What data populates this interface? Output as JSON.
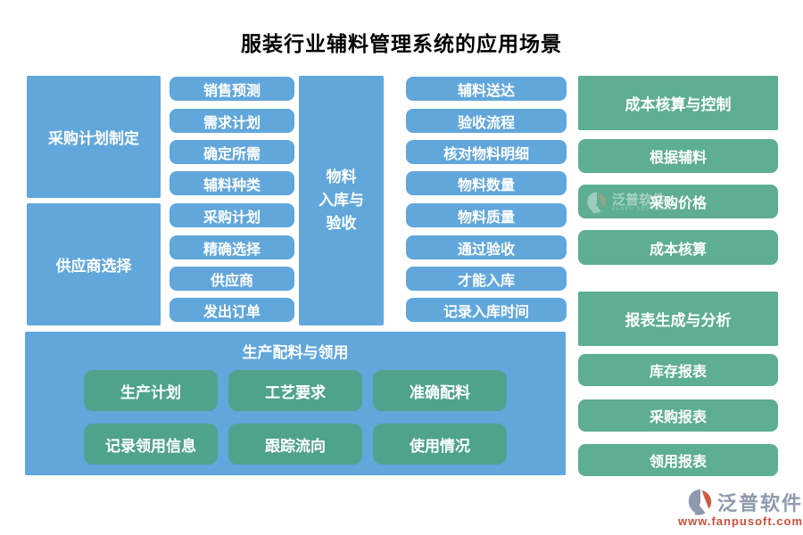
{
  "title": "服装行业辅料管理系统的应用场景",
  "colors": {
    "blue": "#61A7DC",
    "green": "#5DAE93",
    "green_dark": "#4FA38D",
    "logo_gray": "#8E99AE",
    "logo_orange": "#C8503C",
    "title_text": "#000000"
  },
  "left": {
    "groups": [
      {
        "label": "采购计划制定",
        "items": [
          "销售预测",
          "需求计划",
          "确定所需",
          "辅料种类"
        ]
      },
      {
        "label": "供应商选择",
        "items": [
          "采购计划",
          "精确选择",
          "供应商",
          "发出订单"
        ]
      }
    ]
  },
  "warehouse": {
    "lines": [
      "物料",
      "入库与",
      "验收"
    ]
  },
  "middle": {
    "items": [
      "辅料送达",
      "验收流程",
      "核对物料明细",
      "物料数量",
      "物料质量",
      "通过验收",
      "才能入库",
      "记录入库时间"
    ]
  },
  "right": {
    "groups": [
      {
        "header": "成本核算与控制",
        "items": [
          "根据辅料",
          "采购价格",
          "成本核算"
        ]
      },
      {
        "header": "报表生成与分析",
        "items": [
          "库存报表",
          "采购报表",
          "领用报表"
        ]
      }
    ]
  },
  "bottom": {
    "header": "生产配料与领用",
    "items": [
      "生产计划",
      "工艺要求",
      "准确配料",
      "记录领用信息",
      "跟踪流向",
      "使用情况"
    ]
  },
  "watermark": {
    "text": "泛普软件",
    "subtext": "FANPU SOFTWARE"
  },
  "logo": {
    "name": "泛普软件",
    "url": "www.fanpusoft.com"
  }
}
